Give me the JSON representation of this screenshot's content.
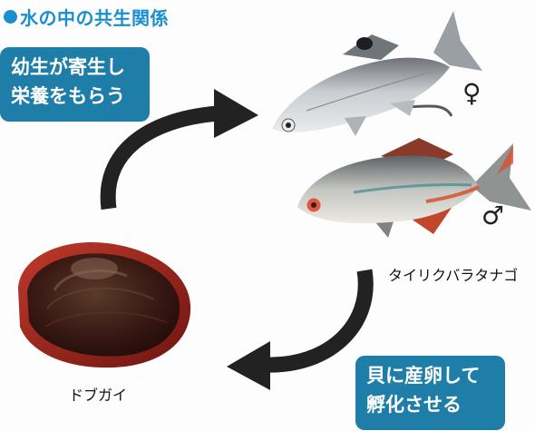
{
  "title": "水の中の共生関係",
  "callout_top": {
    "line1": "幼生が寄生し",
    "line2": "栄養をもらう"
  },
  "callout_bottom": {
    "line1": "貝に産卵して",
    "line2": "孵化させる"
  },
  "female_symbol": "♀",
  "male_symbol": "♂",
  "fish_label": "タイリクバラタナゴ",
  "mussel_label": "ドブガイ",
  "colors": {
    "accent": "#1a8fd0",
    "callout_bg": "#1f7ea8",
    "arrow": "#222222",
    "fish_body": "#b8bcc0",
    "male_fin": "#d8512e",
    "shell_dark": "#3a1410",
    "shell_red": "#8a1e1a"
  }
}
